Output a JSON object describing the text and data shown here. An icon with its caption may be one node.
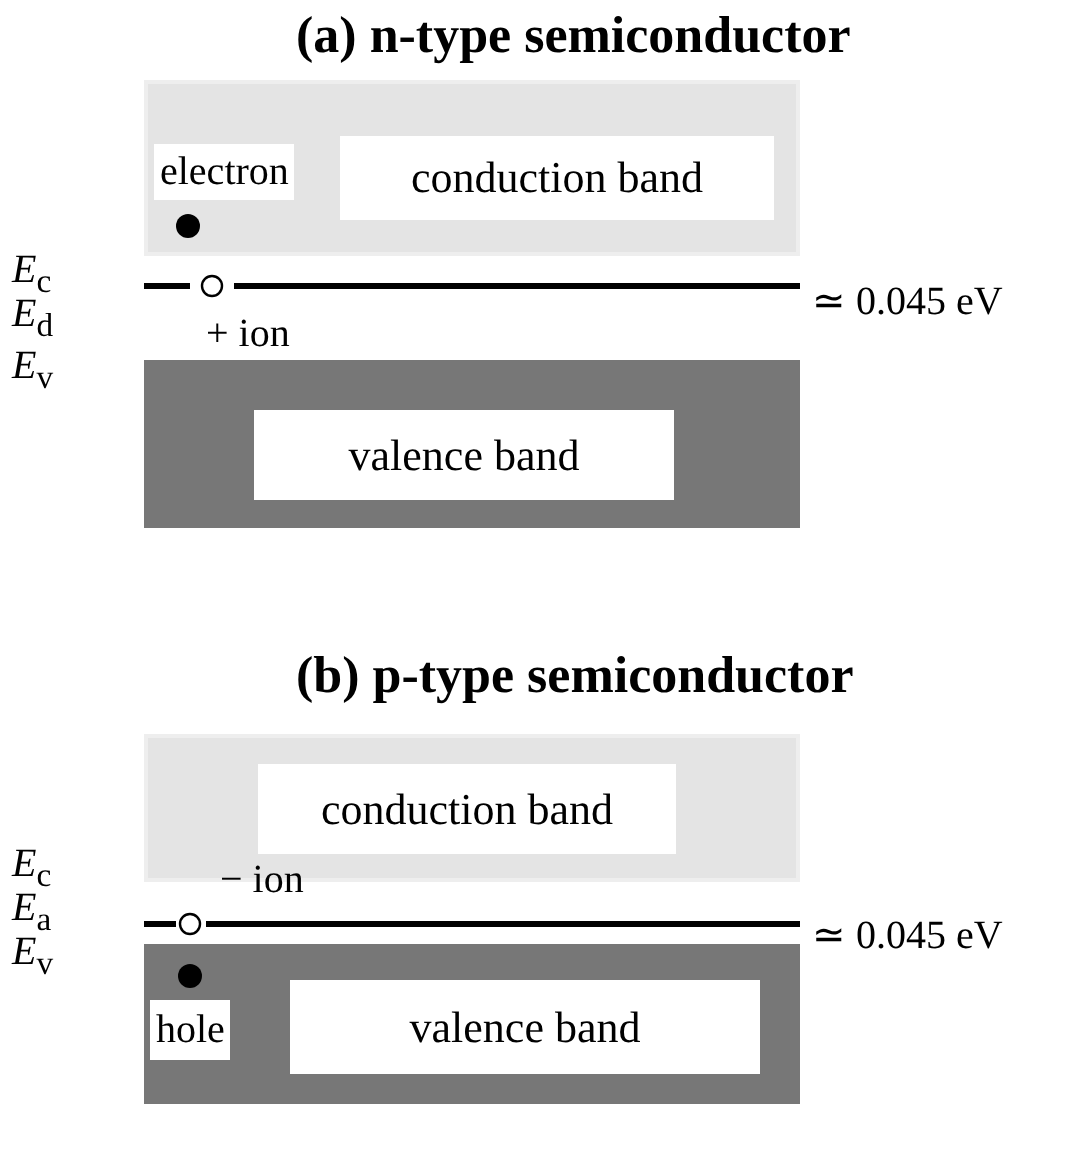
{
  "diagram": {
    "nodes": [
      {
        "text": [
          "conduction band"
        ]
      },
      {
        "text": [
          "valence band"
        ]
      },
      {
        "text": [
          "conduction band"
        ]
      },
      {
        "text": [
          "valence band"
        ]
      }
    ],
    "labels": [
      "(a) n-type semiconductor",
      "electron",
      "*E*$_{c}$",
      "*E*$_{d}$",
      "≃ 0.045 eV",
      "+ ion",
      "*E*$_{v}$",
      "(b) p-type semiconductor",
      "*E*$_{c}$",
      "− ion",
      "*E*$_{a}$",
      "≃ 0.045 eV",
      "*E*$_{v}$",
      "hole"
    ]
  }
}
